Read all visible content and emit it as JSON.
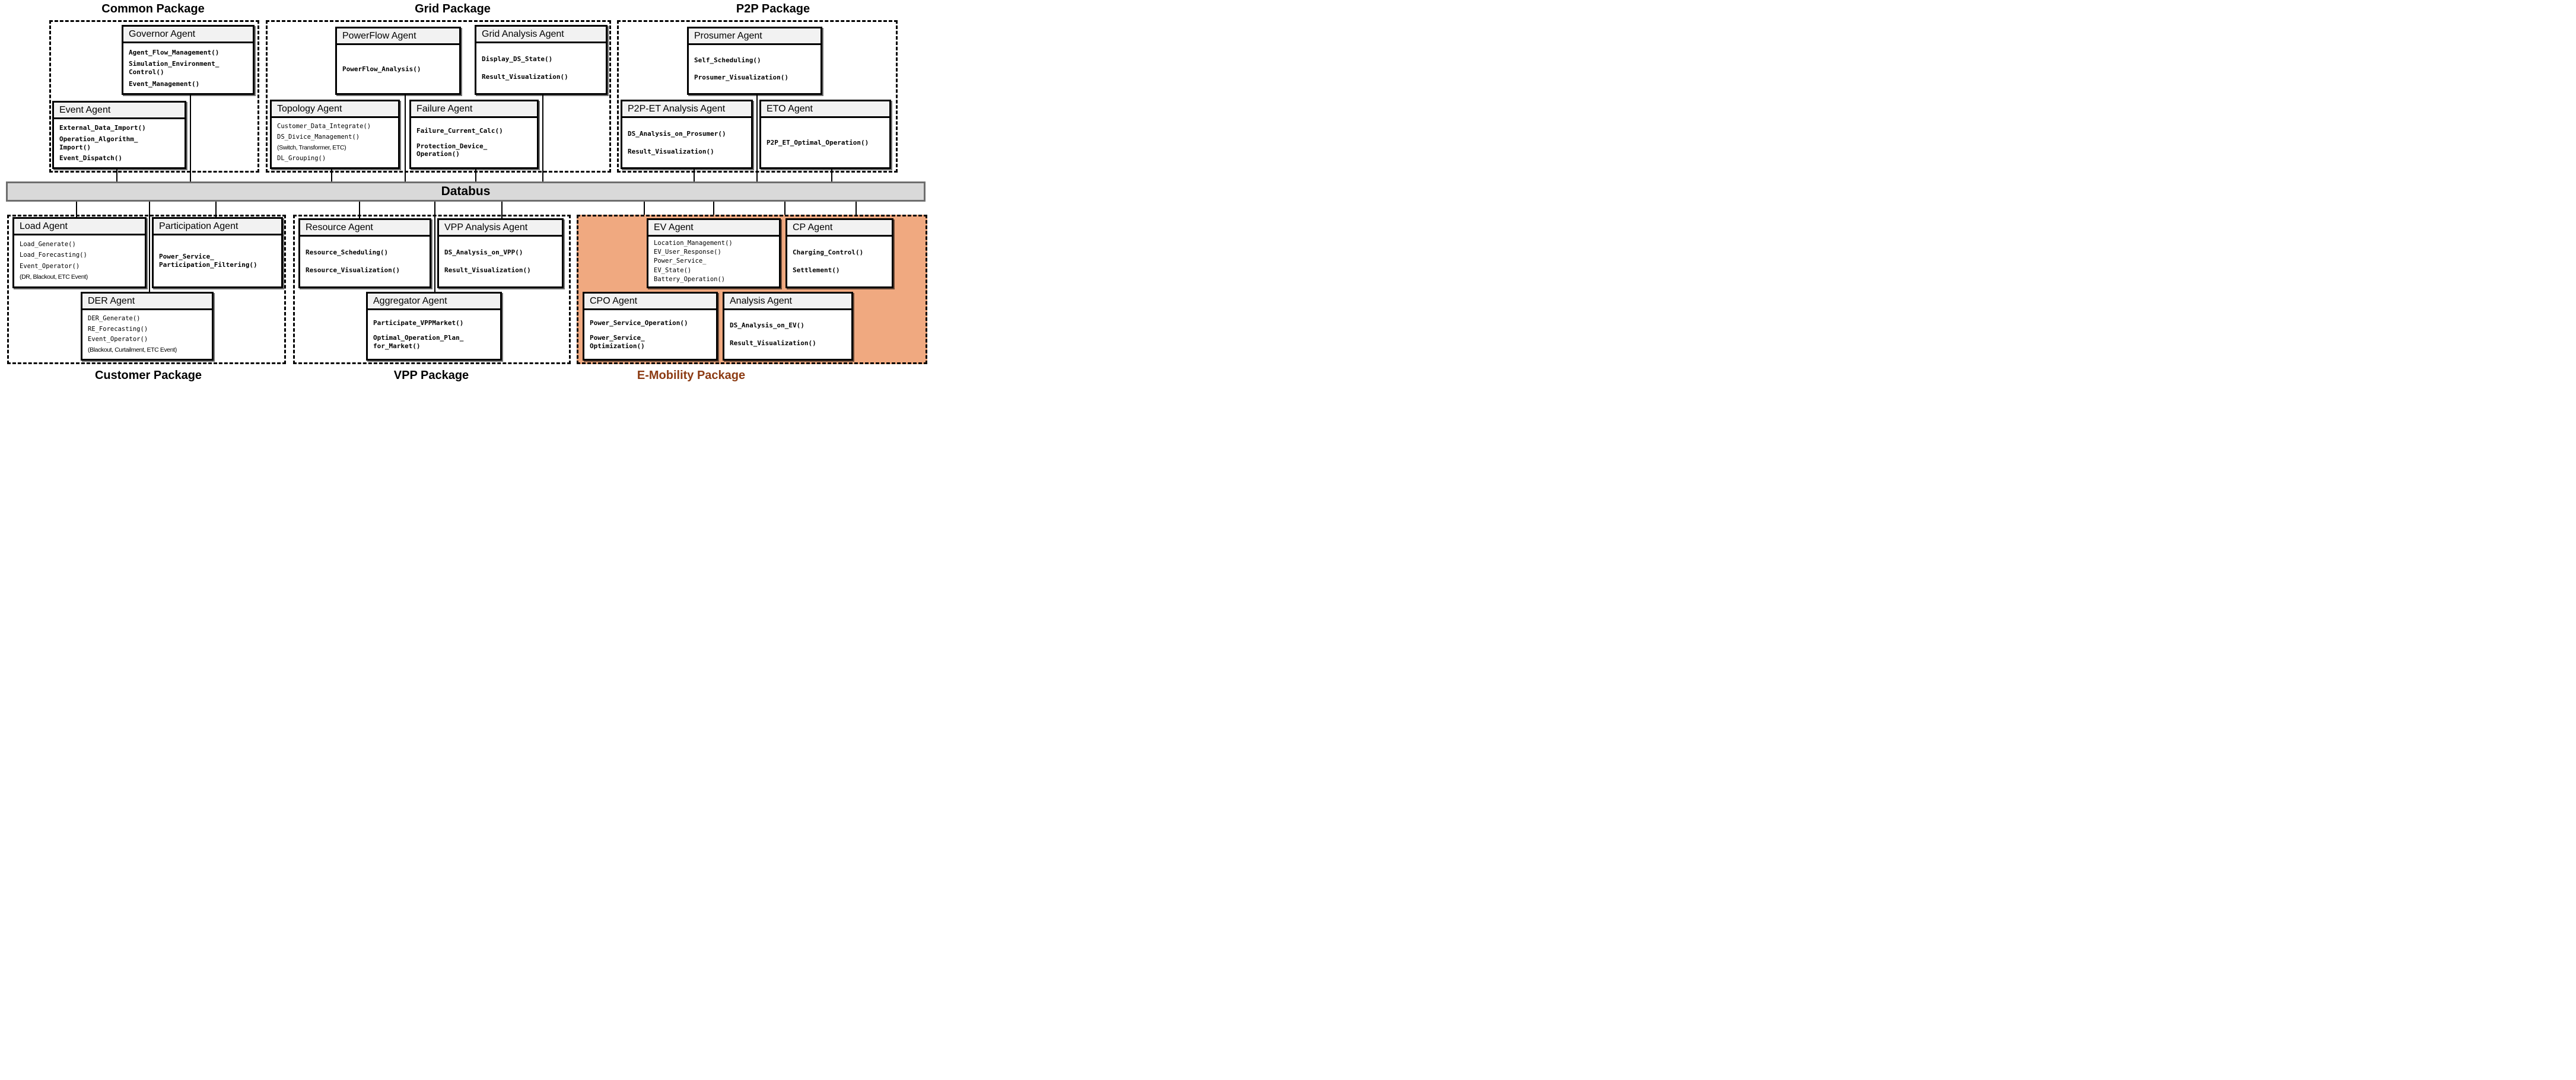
{
  "diagram": {
    "databus_label": "Databus",
    "colors": {
      "agent_header_fill": "#F2F2F2",
      "databus_fill": "#D9D9D9",
      "databus_border": "#6E6E6E",
      "emobility_fill": "#F0A980",
      "emobility_title": "#8C3B13"
    },
    "packages": [
      {
        "id": "common",
        "title": "Common Package",
        "title_color": "#000000",
        "fill": "transparent",
        "agents": [
          {
            "id": "governor",
            "title": "Governor Agent",
            "method_blocks": [
              {
                "style": "bold",
                "lines": [
                  "Agent_Flow_Management()"
                ]
              },
              {
                "style": "bold",
                "lines": [
                  "Simulation_Environment_",
                  "Control()"
                ]
              },
              {
                "style": "bold",
                "lines": [
                  "Event_Management()"
                ]
              }
            ]
          },
          {
            "id": "event",
            "title": "Event Agent",
            "method_blocks": [
              {
                "style": "bold",
                "lines": [
                  "External_Data_Import()"
                ]
              },
              {
                "style": "bold",
                "lines": [
                  "Operation_Algorithm_",
                  "Import()"
                ]
              },
              {
                "style": "bold",
                "lines": [
                  "Event_Dispatch()"
                ]
              }
            ]
          }
        ]
      },
      {
        "id": "grid",
        "title": "Grid Package",
        "title_color": "#000000",
        "fill": "transparent",
        "agents": [
          {
            "id": "powerflow",
            "title": "PowerFlow Agent",
            "method_blocks": [
              {
                "style": "bold",
                "lines": [
                  "PowerFlow_Analysis()"
                ]
              }
            ]
          },
          {
            "id": "gridanalysis",
            "title": "Grid Analysis Agent",
            "method_blocks": [
              {
                "style": "bold",
                "lines": [
                  "Display_DS_State()"
                ]
              },
              {
                "style": "bold",
                "lines": [
                  "Result_Visualization()"
                ]
              }
            ]
          },
          {
            "id": "topology",
            "title": "Topology Agent",
            "method_blocks": [
              {
                "style": "regular",
                "lines": [
                  "Customer_Data_Integrate()"
                ]
              },
              {
                "style": "regular",
                "lines": [
                  "DS_Divice_Management()"
                ]
              },
              {
                "style": "note",
                "lines": [
                  "(Switch, Transformer, ETC)"
                ]
              },
              {
                "style": "regular",
                "lines": [
                  "DL_Grouping()"
                ]
              }
            ]
          },
          {
            "id": "failure",
            "title": "Failure Agent",
            "method_blocks": [
              {
                "style": "bold",
                "lines": [
                  "Failure_Current_Calc()"
                ]
              },
              {
                "style": "bold",
                "lines": [
                  "Protection_Device_",
                  "Operation()"
                ]
              }
            ]
          }
        ]
      },
      {
        "id": "p2p",
        "title": "P2P Package",
        "title_color": "#000000",
        "fill": "transparent",
        "agents": [
          {
            "id": "prosumer",
            "title": "Prosumer Agent",
            "method_blocks": [
              {
                "style": "bold",
                "lines": [
                  "Self_Scheduling()"
                ]
              },
              {
                "style": "bold",
                "lines": [
                  "Prosumer_Visualization()"
                ]
              }
            ]
          },
          {
            "id": "p2pet",
            "title": "P2P-ET Analysis Agent",
            "method_blocks": [
              {
                "style": "bold",
                "lines": [
                  "DS_Analysis_on_Prosumer()"
                ]
              },
              {
                "style": "bold",
                "lines": [
                  "Result_Visualization()"
                ]
              }
            ]
          },
          {
            "id": "eto",
            "title": "ETO Agent",
            "method_blocks": [
              {
                "style": "bold",
                "lines": [
                  "P2P_ET_Optimal_Operation()"
                ]
              }
            ]
          }
        ]
      },
      {
        "id": "customer",
        "title": "Customer Package",
        "title_color": "#000000",
        "fill": "transparent",
        "agents": [
          {
            "id": "load",
            "title": "Load Agent",
            "method_blocks": [
              {
                "style": "regular",
                "lines": [
                  "Load_Generate()"
                ]
              },
              {
                "style": "regular",
                "lines": [
                  "Load_Forecasting()"
                ]
              },
              {
                "style": "regular",
                "lines": [
                  "Event_Operator()"
                ]
              },
              {
                "style": "note",
                "lines": [
                  "(DR, Blackout, ETC Event)"
                ]
              }
            ]
          },
          {
            "id": "participation",
            "title": "Participation Agent",
            "method_blocks": [
              {
                "style": "bold",
                "lines": [
                  "Power_Service_",
                  "Participation_Filtering()"
                ]
              }
            ]
          },
          {
            "id": "der",
            "title": "DER Agent",
            "method_blocks": [
              {
                "style": "regular",
                "lines": [
                  "DER_Generate()"
                ]
              },
              {
                "style": "regular",
                "lines": [
                  "RE_Forecasting()"
                ]
              },
              {
                "style": "regular",
                "lines": [
                  "Event_Operator()"
                ]
              },
              {
                "style": "note",
                "lines": [
                  "(Blackout, Curtailment, ETC Event)"
                ]
              }
            ]
          }
        ]
      },
      {
        "id": "vpp",
        "title": "VPP Package",
        "title_color": "#000000",
        "fill": "transparent",
        "agents": [
          {
            "id": "resource",
            "title": "Resource Agent",
            "method_blocks": [
              {
                "style": "bold",
                "lines": [
                  "Resource_Scheduling()"
                ]
              },
              {
                "style": "bold",
                "lines": [
                  "Resource_Visualization()"
                ]
              }
            ]
          },
          {
            "id": "vppanalysis",
            "title": "VPP Analysis Agent",
            "method_blocks": [
              {
                "style": "bold",
                "lines": [
                  "DS_Analysis_on_VPP()"
                ]
              },
              {
                "style": "bold",
                "lines": [
                  "Result_Visualization()"
                ]
              }
            ]
          },
          {
            "id": "aggregator",
            "title": "Aggregator Agent",
            "method_blocks": [
              {
                "style": "bold",
                "lines": [
                  "Participate_VPPMarket()"
                ]
              },
              {
                "style": "bold",
                "lines": [
                  "Optimal_Operation_Plan_",
                  "for_Market()"
                ]
              }
            ]
          }
        ]
      },
      {
        "id": "emobility",
        "title": "E-Mobility Package",
        "title_color": "#8C3B13",
        "fill": "#F0A980",
        "agents": [
          {
            "id": "ev",
            "title": "EV Agent",
            "method_blocks": [
              {
                "style": "regular",
                "lines": [
                  "Location_Management()"
                ]
              },
              {
                "style": "regular",
                "lines": [
                  "EV_User_Response()"
                ]
              },
              {
                "style": "regular",
                "lines": [
                  "Power_Service_"
                ]
              },
              {
                "style": "regular",
                "lines": [
                  "EV_State()"
                ]
              },
              {
                "style": "regular",
                "lines": [
                  "Battery_Operation()"
                ]
              }
            ]
          },
          {
            "id": "cp",
            "title": "CP Agent",
            "method_blocks": [
              {
                "style": "bold",
                "lines": [
                  "Charging_Control()"
                ]
              },
              {
                "style": "bold",
                "lines": [
                  "Settlement()"
                ]
              }
            ]
          },
          {
            "id": "cpo",
            "title": "CPO Agent",
            "method_blocks": [
              {
                "style": "bold",
                "lines": [
                  "Power_Service_Operation()"
                ]
              },
              {
                "style": "bold",
                "lines": [
                  "Power_Service_",
                  "Optimization()"
                ]
              }
            ]
          },
          {
            "id": "analysis",
            "title": "Analysis Agent",
            "method_blocks": [
              {
                "style": "bold",
                "lines": [
                  "DS_Analysis_on_EV()"
                ]
              },
              {
                "style": "bold",
                "lines": [
                  "Result_Visualization()"
                ]
              }
            ]
          }
        ]
      }
    ]
  }
}
